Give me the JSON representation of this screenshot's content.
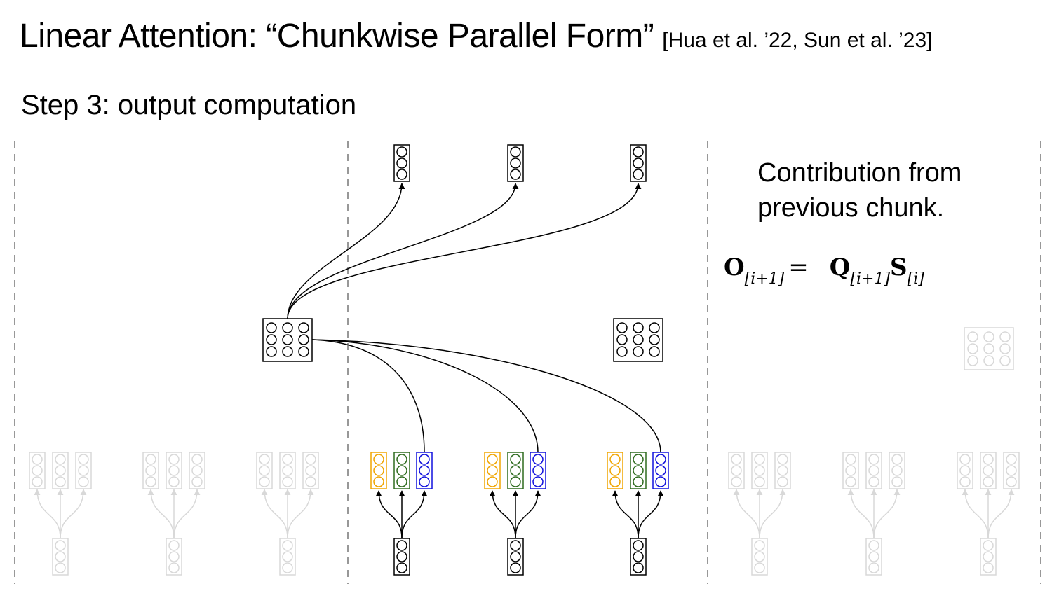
{
  "title": {
    "main": "Linear Attention: “Chunkwise Parallel Form”",
    "citation": "[Hua et al. ’22, Sun et al. ’23]"
  },
  "step_label": "Step 3: output computation",
  "note": {
    "line1": "Contribution from",
    "line2": "previous chunk."
  },
  "formula": {
    "lhs": "O",
    "lhs_sub": "[i+1]",
    "equals": "=",
    "q": "Q",
    "q_sub": "[i+1]",
    "s": "S",
    "s_sub": "[i]"
  },
  "colors": {
    "query": "#f0a500",
    "key": "#2e6b1e",
    "value": "#1010dd",
    "active": "#000000",
    "faded": "#d8d8d8",
    "divider": "#777777"
  }
}
